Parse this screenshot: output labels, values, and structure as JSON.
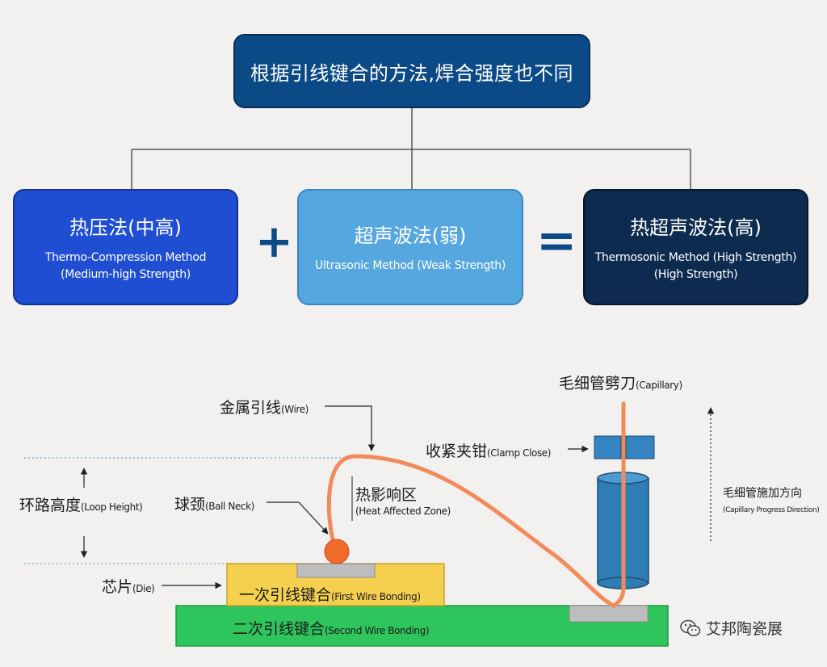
{
  "top": {
    "title": "根据引线键合的方法,焊合强度也不同"
  },
  "methods": [
    {
      "title": "热压法(中高)",
      "en1": "Thermo-Compression Method",
      "en2": "(Medium-high Strength)"
    },
    {
      "title": "超声波法(弱)",
      "en1": "Ultrasonic Method (Weak Strength)",
      "en2": ""
    },
    {
      "title": "热超声波法(高)",
      "en1": "Thermosonic Method (High Strength)",
      "en2": "(High Strength)"
    }
  ],
  "operators": {
    "plus": "+",
    "equals": "="
  },
  "labels": {
    "capillary": {
      "cn": "毛细管劈刀",
      "en": "(Capillary)"
    },
    "wire": {
      "cn": "金属引线",
      "en": "(Wire)"
    },
    "clamp": {
      "cn": "收紧夹钳",
      "en": "(Clamp Close)"
    },
    "haz": {
      "cn": "热影响区",
      "en": "(Heat Affected Zone)"
    },
    "loop": {
      "cn": "环路高度",
      "en": "(Loop Height)"
    },
    "ballneck": {
      "cn": "球颈",
      "en": "(Ball Neck)"
    },
    "die": {
      "cn": "芯片",
      "en": "(Die)"
    },
    "first": {
      "cn": "一次引线键合",
      "en": "(First Wire Bonding)"
    },
    "second": {
      "cn": "二次引线键合",
      "en": "(Second Wire Bonding)"
    },
    "direction": {
      "cn": "毛细管施加方向",
      "en": "(Capillary Progress Direction)"
    }
  },
  "colors": {
    "wire": "#f28a5a",
    "ball": "#f26b2c",
    "die": "#f5cf4e",
    "substrate": "#2dc55c",
    "capillary": "#2f7db5",
    "clamp": "#3583c0",
    "pad": "#bdbdbd"
  },
  "watermark": {
    "text": "艾邦陶瓷展",
    "icon": "wechat-icon"
  }
}
